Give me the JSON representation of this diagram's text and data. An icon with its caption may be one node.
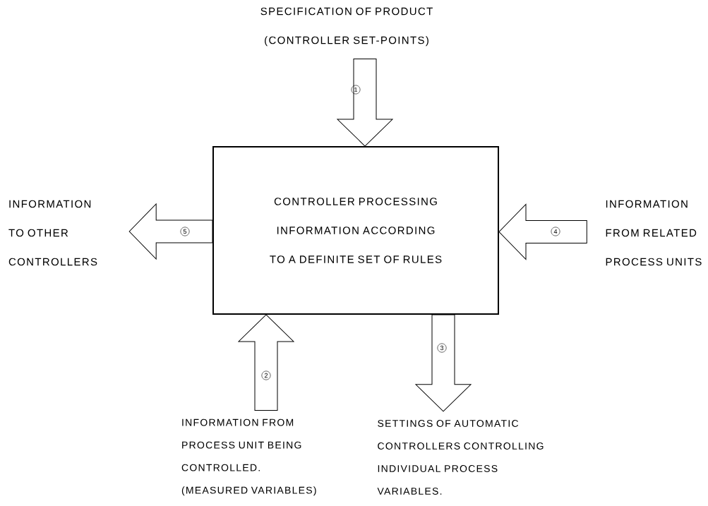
{
  "diagram": {
    "nodes": [
      {
        "text": [
          "CONTROLLER PROCESSING INFORMATION ACCORDING TO A DEFINITE SET OF RULES"
        ]
      },
      {
        "text": [
          "SPECIFICATION OF PRODUCT",
          "(CONTROLLER SET-POINTS)"
        ]
      },
      {
        "text": [
          "INFORMATION TO OTHER CONTROLLERS"
        ]
      },
      {
        "text": [
          "INFORMATION FROM RELATED PROCESS UNITS"
        ]
      },
      {
        "text": [
          "INFORMATION FROM PROCESS UNIT BEING CONTROLLED.",
          "(MEASURED VARIABLES)"
        ]
      },
      {
        "text": [
          "SETTINGS OF AUTOMATIC CONTROLLERS CONTROLLING INDIVIDUAL PROCESS VARIABLES."
        ]
      }
    ],
    "edges": [
      {
        "from": 1,
        "to": 0,
        "arrow": "to",
        "label": "1"
      },
      {
        "from": 4,
        "to": 0,
        "arrow": "to",
        "label": "2"
      },
      {
        "from": 0,
        "to": 5,
        "arrow": "to",
        "label": "3"
      },
      {
        "from": 3,
        "to": 0,
        "arrow": "to",
        "label": "4"
      },
      {
        "from": 0,
        "to": 2,
        "arrow": "to",
        "label": "5"
      }
    ]
  }
}
